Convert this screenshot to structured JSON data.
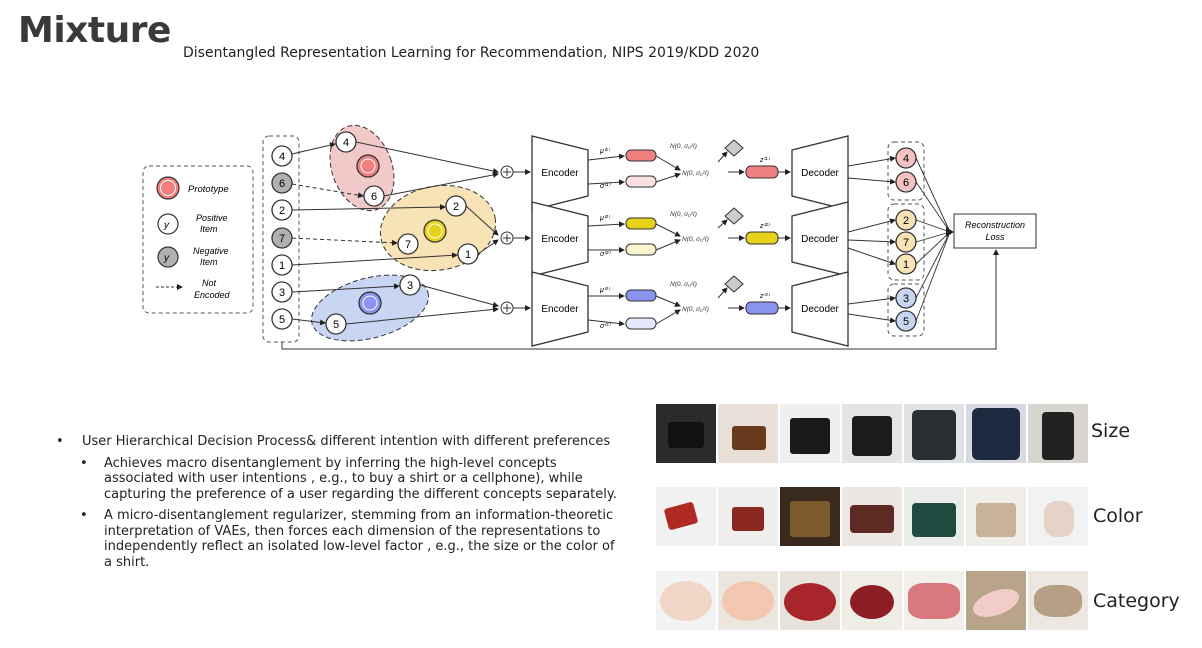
{
  "slide": {
    "title": "Mixture",
    "subtitle": "Disentangled Representation Learning for Recommendation, NIPS 2019/KDD 2020"
  },
  "legend": {
    "prototype": "Prototype",
    "positive_line1": "Positive",
    "positive_line2": "Item",
    "negative_line1": "Negative",
    "negative_line2": "Item",
    "not_line1": "Not",
    "not_line2": "Encoded",
    "glyph": "y"
  },
  "diagram": {
    "input_items": [
      "4",
      "6",
      "2",
      "7",
      "1",
      "3",
      "5"
    ],
    "cluster1": {
      "top": "4",
      "bottom": "6"
    },
    "cluster2": {
      "right_top": "2",
      "left": "7",
      "right_bottom": "1"
    },
    "cluster3": {
      "right": "3",
      "left": "5"
    },
    "encoder_label": "Encoder",
    "decoder_label": "Decoder",
    "mu_labels": [
      "μ⁽¹⁾",
      "μ⁽²⁾",
      "μ⁽³⁾"
    ],
    "sigma_labels": [
      "σ⁽¹⁾",
      "σ⁽²⁾",
      "σ⁽³⁾"
    ],
    "noise_label": "N(0, σ₀²I)",
    "z_labels": [
      "z⁽¹⁾",
      "z⁽²⁾",
      "z⁽³⁾"
    ],
    "output_items": [
      [
        "4",
        "6"
      ],
      [
        "2",
        "7",
        "1"
      ],
      [
        "3",
        "5"
      ]
    ],
    "reconstruction_line1": "Reconstruction",
    "reconstruction_line2": "Loss"
  },
  "bullets": {
    "main": "User Hierarchical Decision Process& different intention with different preferences",
    "sub1": "Achieves macro disentanglement by inferring the high-level concepts associated with user intentions , e.g., to buy a shirt or a cellphone), while capturing the preference of a user regarding the different concepts separately.",
    "sub2": "A micro-disentanglement regularizer, stemming from an information-theoretic interpretation of VAEs, then forces each dimension of the representations to independently reflect an isolated low-level factor , e.g., the size or the color of a shirt."
  },
  "image_rows": {
    "size_label": "Size",
    "color_label": "Color",
    "category_label": "Category"
  },
  "colors": {
    "red": "#f08080",
    "yellow": "#e6d21a",
    "blue": "#8a94f0",
    "red_cluster": "#f2c9c9",
    "yellow_cluster": "#f7e3b5",
    "blue_cluster": "#c9d6f3"
  }
}
